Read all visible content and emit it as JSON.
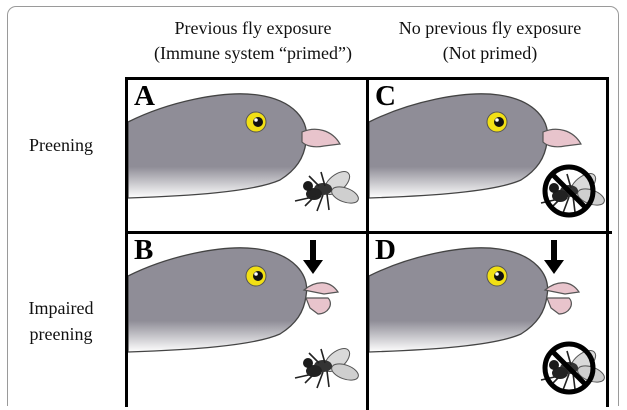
{
  "columns": {
    "primed": {
      "line1": "Previous fly exposure",
      "line2": "(Immune system “primed”)"
    },
    "not_primed": {
      "line1": "No previous fly exposure",
      "line2": "(Not primed)"
    }
  },
  "rows": {
    "preening": {
      "line1": "Preening"
    },
    "impaired": {
      "line1": "Impaired",
      "line2": "preening"
    }
  },
  "panels": [
    {
      "letter": "A",
      "fly": "present",
      "arrow": false
    },
    {
      "letter": "C",
      "fly": "crossed-out",
      "arrow": false
    },
    {
      "letter": "B",
      "fly": "present",
      "arrow": true
    },
    {
      "letter": "D",
      "fly": "crossed-out",
      "arrow": true
    }
  ],
  "colors": {
    "head": "#8f8d97",
    "beak": "#e8c4cc",
    "eye": "#f2e014",
    "border": "#000000"
  }
}
